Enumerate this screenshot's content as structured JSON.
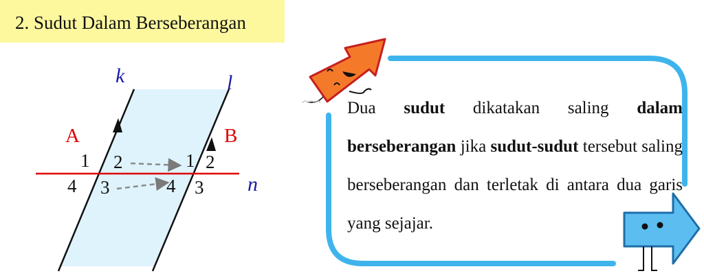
{
  "title": "2. Sudut Dalam Berseberangan",
  "diagram": {
    "line_k_label": "k",
    "line_l_label": "l",
    "line_n_label": "n",
    "point_a_label": "A",
    "point_b_label": "B",
    "angles_a": [
      "1",
      "2",
      "3",
      "4"
    ],
    "angles_b": [
      "1",
      "2",
      "3",
      "4"
    ],
    "colors": {
      "shade": "#dff3fd",
      "transversal": "#e00000",
      "parallel_lines": "#111111",
      "line_labels": "#1a1aa8",
      "point_labels": "#e00000",
      "dashed_arrows": "#8a8a8a"
    }
  },
  "callout": {
    "segments": [
      {
        "text": "Dua ",
        "bold": false
      },
      {
        "text": "sudut",
        "bold": true
      },
      {
        "text": " dikatakan saling ",
        "bold": false
      },
      {
        "text": "dalam berseberangan",
        "bold": true
      },
      {
        "text": " jika ",
        "bold": false
      },
      {
        "text": "sudut-sudut",
        "bold": true
      },
      {
        "text": " tersebut saling berseberangan dan terletak di antara dua garis yang sejajar.",
        "bold": false
      }
    ],
    "border_color": "#3fb4ec",
    "orange_arrow_color": "#f47a2a",
    "blue_arrow_color": "#5bbdf0"
  }
}
